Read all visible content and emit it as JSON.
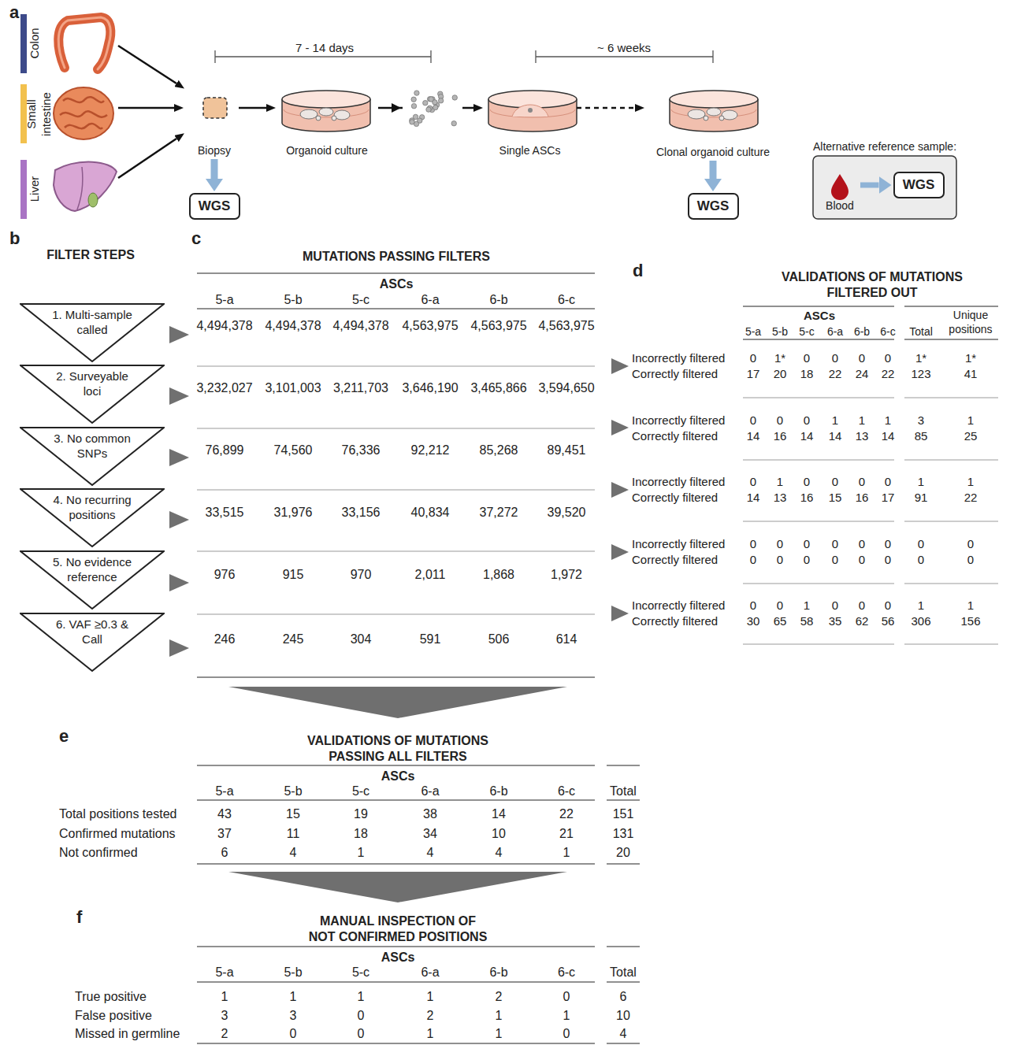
{
  "diagram": {
    "nodes": [
      {
        "text": [
          "Biopsy"
        ]
      },
      {
        "text": [
          "Organoid culture"
        ]
      },
      {
        "text": [
          "Single ASCs"
        ]
      },
      {
        "text": [
          "Clonal organoid culture"
        ]
      },
      {
        "text": [
          "WGS"
        ]
      },
      {
        "text": [
          "WGS"
        ]
      },
      {
        "text": [
          "Alternative reference sample:"
        ]
      },
      {
        "text": [
          "Blood"
        ],
        "in": 6
      },
      {
        "text": [
          "WGS"
        ],
        "in": 6
      },
      {
        "text": [
          "1. Multi-sample called"
        ]
      },
      {
        "text": [
          "2. Surveyable loci"
        ]
      },
      {
        "text": [
          "3. No common SNPs"
        ]
      },
      {
        "text": [
          "4. No recurring positions"
        ]
      },
      {
        "text": [
          "5. No evidence reference"
        ]
      },
      {
        "text": [
          "6. VAF ≥0.3 & Call"
        ]
      }
    ],
    "edges": [
      {
        "from": 0,
        "to": 1,
        "arrow": "to"
      },
      {
        "from": 1,
        "to": 2,
        "arrow": "to"
      },
      {
        "from": 2,
        "to": 3,
        "arrow": "to"
      },
      {
        "from": 0,
        "to": 4,
        "arrow": "to"
      },
      {
        "from": 3,
        "to": 5,
        "arrow": "to"
      },
      {
        "from": 7,
        "to": 8,
        "arrow": "to"
      }
    ],
    "labels": [
      "a",
      "Colon",
      "Small intestine",
      "Liver",
      "7 - 14 days",
      "~ 6 weeks",
      "b",
      "FILTER STEPS",
      "c",
      "MUTATIONS PASSING FILTERS",
      "ASCs",
      "5-a",
      "5-b",
      "5-c",
      "6-a",
      "6-b",
      "6-c",
      "4,494,378",
      "4,494,378",
      "4,494,378",
      "4,563,975",
      "4,563,975",
      "4,563,975",
      "3,232,027",
      "3,101,003",
      "3,211,703",
      "3,646,190",
      "3,465,866",
      "3,594,650",
      "76,899",
      "74,560",
      "76,336",
      "92,212",
      "85,268",
      "89,451",
      "33,515",
      "31,976",
      "33,156",
      "40,834",
      "37,272",
      "39,520",
      "976",
      "915",
      "970",
      "2,011",
      "1,868",
      "1,972",
      "246",
      "245",
      "304",
      "591",
      "506",
      "614",
      "d",
      "VALIDATIONS OF MUTATIONS FILTERED OUT",
      "ASCs",
      "5-a",
      "5-b",
      "5-c",
      "6-a",
      "6-b",
      "6-c",
      "Total",
      "Unique positions",
      "Incorrectly filtered",
      "0",
      "1*",
      "0",
      "0",
      "0",
      "0",
      "1*",
      "1*",
      "Correctly filtered",
      "17",
      "20",
      "18",
      "22",
      "24",
      "22",
      "123",
      "41",
      "Incorrectly filtered",
      "0",
      "0",
      "0",
      "1",
      "1",
      "1",
      "3",
      "1",
      "Correctly filtered",
      "14",
      "16",
      "14",
      "14",
      "13",
      "14",
      "85",
      "25",
      "Incorrectly filtered",
      "0",
      "1",
      "0",
      "0",
      "0",
      "0",
      "1",
      "1",
      "Correctly filtered",
      "14",
      "13",
      "16",
      "15",
      "16",
      "17",
      "91",
      "22",
      "Incorrectly filtered",
      "0",
      "0",
      "0",
      "0",
      "0",
      "0",
      "0",
      "0",
      "Correctly filtered",
      "0",
      "0",
      "0",
      "0",
      "0",
      "0",
      "0",
      "0",
      "Incorrectly filtered",
      "0",
      "0",
      "1",
      "0",
      "0",
      "0",
      "1",
      "1",
      "Correctly filtered",
      "30",
      "65",
      "58",
      "35",
      "62",
      "56",
      "306",
      "156",
      "e",
      "VALIDATIONS OF MUTATIONS PASSING ALL FILTERS",
      "ASCs",
      "5-a",
      "5-b",
      "5-c",
      "6-a",
      "6-b",
      "6-c",
      "Total",
      "Total positions tested",
      "43",
      "15",
      "19",
      "38",
      "14",
      "22",
      "151",
      "Confirmed mutations",
      "37",
      "11",
      "18",
      "34",
      "10",
      "21",
      "131",
      "Not confirmed",
      "6",
      "4",
      "1",
      "4",
      "4",
      "1",
      "20",
      "f",
      "MANUAL INSPECTION OF NOT CONFIRMED POSITIONS",
      "ASCs",
      "5-a",
      "5-b",
      "5-c",
      "6-a",
      "6-b",
      "6-c",
      "Total",
      "True positive",
      "1",
      "1",
      "1",
      "1",
      "2",
      "0",
      "6",
      "False positive",
      "3",
      "3",
      "0",
      "2",
      "1",
      "1",
      "10",
      "Missed in germline",
      "2",
      "0",
      "0",
      "1",
      "1",
      "0",
      "4"
    ]
  }
}
